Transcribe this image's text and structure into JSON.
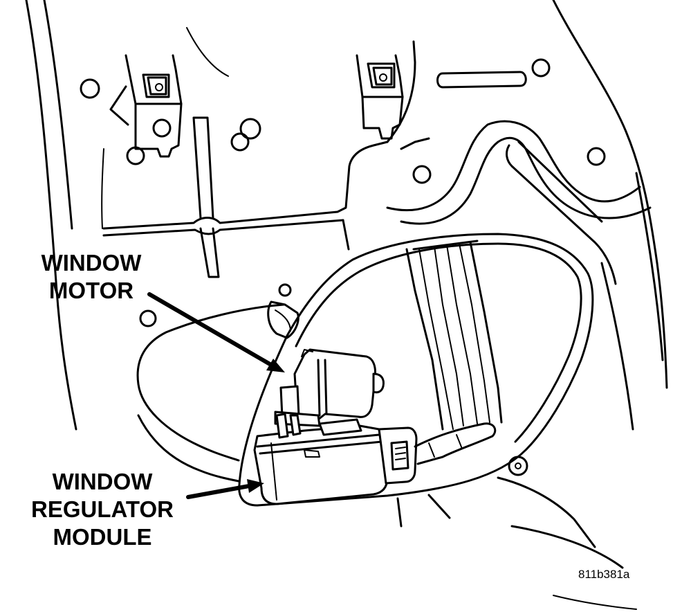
{
  "labels": {
    "window_motor": [
      "WINDOW",
      "MOTOR"
    ],
    "window_regulator_module": [
      "WINDOW",
      "REGULATOR",
      "MODULE"
    ]
  },
  "figure_id": "811b381a",
  "colors": {
    "line": "#000000",
    "background": "#ffffff"
  }
}
